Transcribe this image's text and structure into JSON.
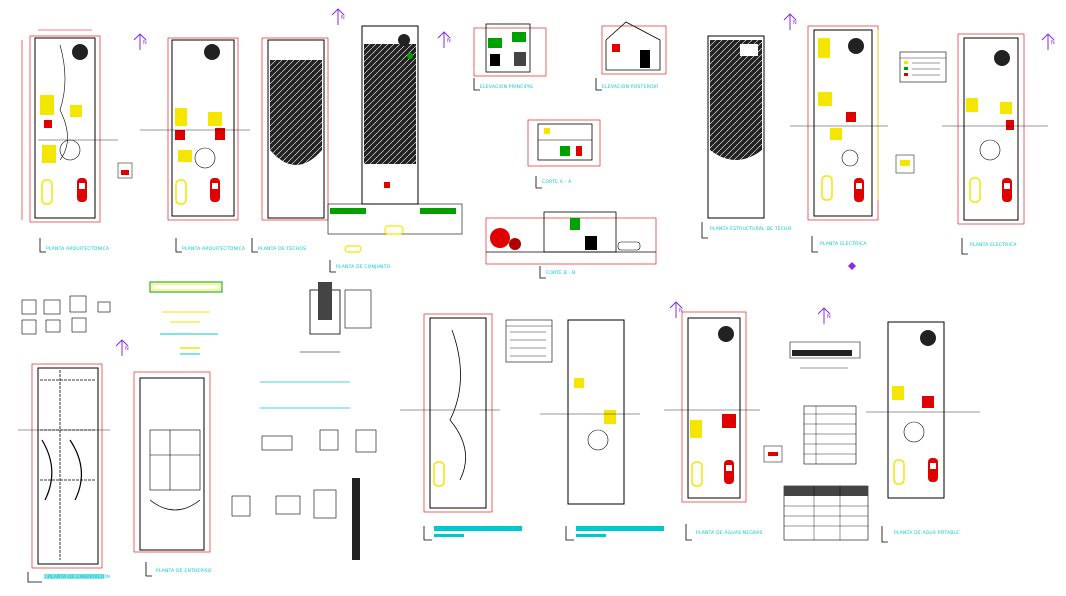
{
  "sheet": {
    "colors": {
      "background": "#ffffff",
      "outline": "#000000",
      "dimension": "#e00000",
      "text_label": "#00c8d0",
      "fill_yellow": "#f5e600",
      "fill_red": "#e00000",
      "fill_green": "#00a000",
      "north_arrow": "#8a2be2"
    },
    "labels": [
      "PLANTA ARQUITECTONICA",
      "PLANTA ARQUITECTONICA",
      "PLANTA DE TECHOS",
      "PLANTA DE CONJUNTO",
      "ELEVACION PRINCIPAL",
      "ELEVACION POSTERIOR",
      "CORTE A - A",
      "CORTE B - B",
      "PLANTA ESTRUCTURAL DE TECHO",
      "PLANTA ELECTRICA",
      "PLANTA ELECTRICA",
      "PLANTA DE CIMENTACION",
      "PLANTA DE ENTREPISO",
      "PLANTA DE AGUAS NEGRAS",
      "PLANTA DE AGUA POTABLE"
    ]
  }
}
